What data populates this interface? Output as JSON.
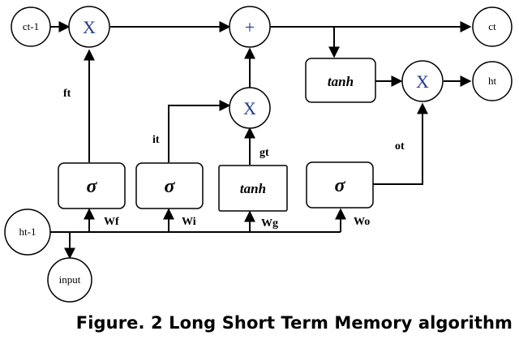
{
  "nodes": {
    "ct_prev": "ct-1",
    "ht_prev": "ht-1",
    "input": "input",
    "ct": "ct",
    "ht": "ht"
  },
  "ops": {
    "mult_forget": "X",
    "add": "+",
    "mult_input": "X",
    "mult_output": "X"
  },
  "gates": {
    "forget": "σ",
    "input": "σ",
    "candidate": "tanh",
    "output": "σ",
    "cell_tanh": "tanh"
  },
  "labels": {
    "ft": "ft",
    "it": "it",
    "gt": "gt",
    "ot": "ot",
    "wf": "Wf",
    "wi": "Wi",
    "wg": "Wg",
    "wo": "Wo"
  },
  "caption": "Figure. 2 Long Short Term Memory algorithm"
}
